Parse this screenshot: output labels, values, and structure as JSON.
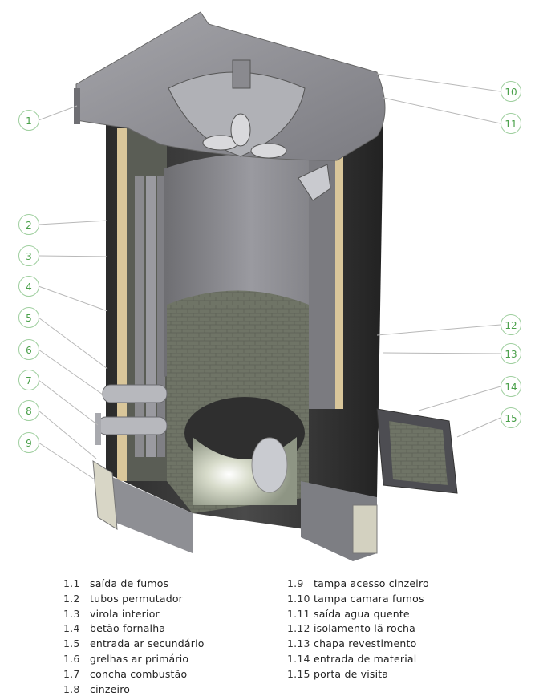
{
  "callouts": [
    "1",
    "2",
    "3",
    "4",
    "5",
    "6",
    "7",
    "8",
    "9",
    "10",
    "11",
    "12",
    "13",
    "14",
    "15"
  ],
  "legend": [
    {
      "num": "1.1",
      "label": "saída de fumos"
    },
    {
      "num": "1.2",
      "label": "tubos permutador"
    },
    {
      "num": "1.3",
      "label": "virola interior"
    },
    {
      "num": "1.4",
      "label": "betão fornalha"
    },
    {
      "num": "1.5",
      "label": "entrada ar secundário"
    },
    {
      "num": "1.6",
      "label": "grelhas ar primário"
    },
    {
      "num": "1.7",
      "label": "concha combustão"
    },
    {
      "num": "1.8",
      "label": "cinzeiro"
    },
    {
      "num": "1.9",
      "label": "tampa acesso cinzeiro"
    },
    {
      "num": "1.10",
      "label": "tampa camara fumos"
    },
    {
      "num": "1.11",
      "label": "saída agua quente"
    },
    {
      "num": "1.12",
      "label": "isolamento lã rocha"
    },
    {
      "num": "1.13",
      "label": "chapa revestimento"
    },
    {
      "num": "1.14",
      "label": "entrada de material"
    },
    {
      "num": "1.15",
      "label": "porta de visita"
    }
  ],
  "colors": {
    "callout_text": "#4aa04a",
    "callout_border": "#9fcf9f",
    "leader": "#b8b8b8"
  }
}
